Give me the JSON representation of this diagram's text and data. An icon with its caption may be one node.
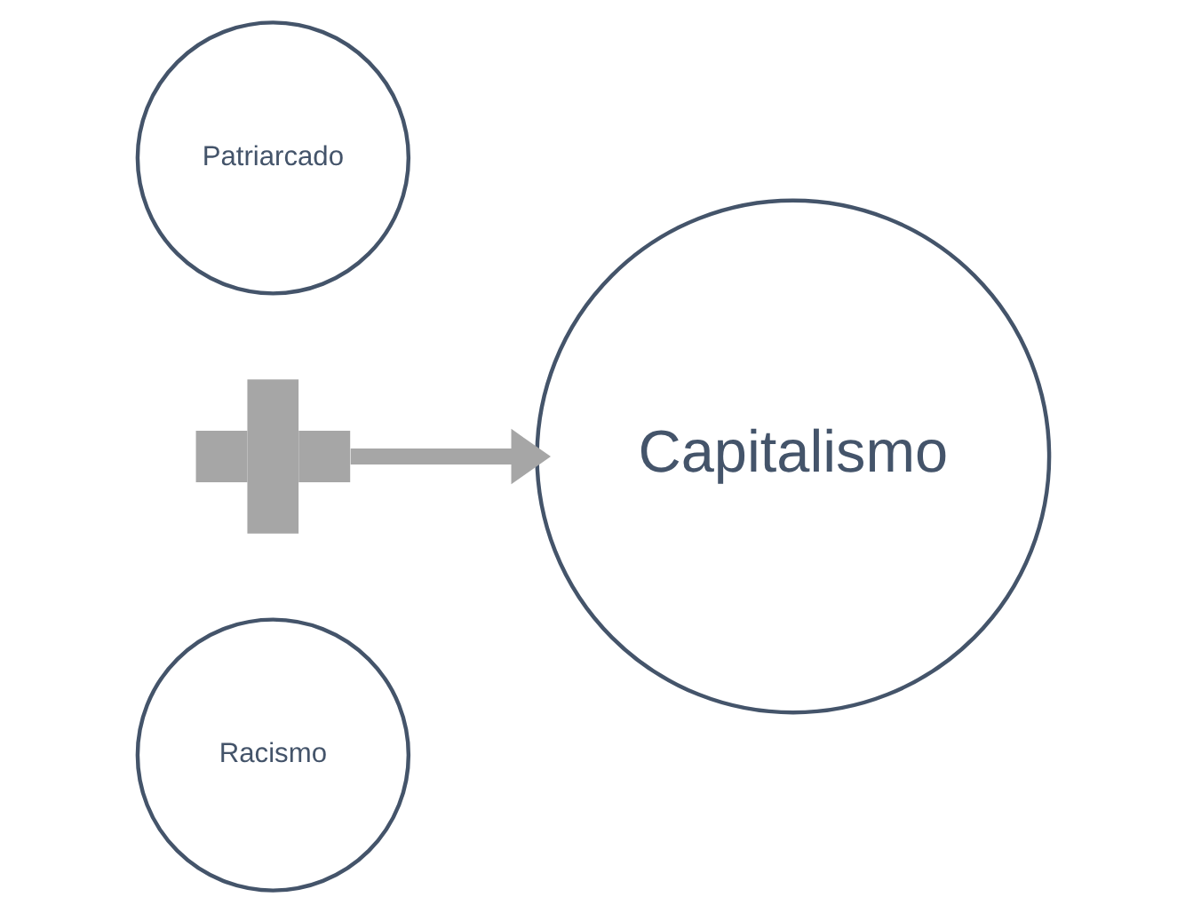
{
  "diagram": {
    "nodes": [
      {
        "text": [
          "Patriarcado"
        ]
      },
      {
        "text": [],
        "shape": "plus"
      },
      {
        "text": [
          "Racismo"
        ]
      },
      {
        "text": [
          "Capitalismo"
        ]
      }
    ],
    "edges": [
      {
        "from": 1,
        "to": 3,
        "arrow": "to"
      }
    ]
  }
}
